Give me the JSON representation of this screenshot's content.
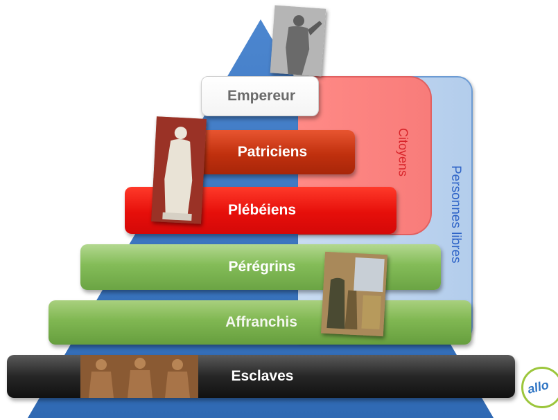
{
  "pyramid": {
    "levels": [
      {
        "id": "empereur",
        "label": "Empereur"
      },
      {
        "id": "patriciens",
        "label": "Patriciens"
      },
      {
        "id": "plebeiens",
        "label": "Plébéiens"
      },
      {
        "id": "peregrins",
        "label": "Pérégrins"
      },
      {
        "id": "affranchis",
        "label": "Affranchis"
      },
      {
        "id": "esclaves",
        "label": "Esclaves"
      }
    ]
  },
  "brackets": {
    "citoyens": "Citoyens",
    "personnes_libres": "Personnes libres"
  },
  "colors": {
    "pyramid": "#3b78c2",
    "citoyens": "#f87c7a",
    "personnes_libres": "#b8d0ee",
    "patriciens": "#c0300e",
    "plebeiens": "#e60f0a",
    "peregrins": "#84bc58",
    "affranchis": "#80b752",
    "esclaves": "#262626"
  },
  "logo": {
    "text": "allo"
  }
}
